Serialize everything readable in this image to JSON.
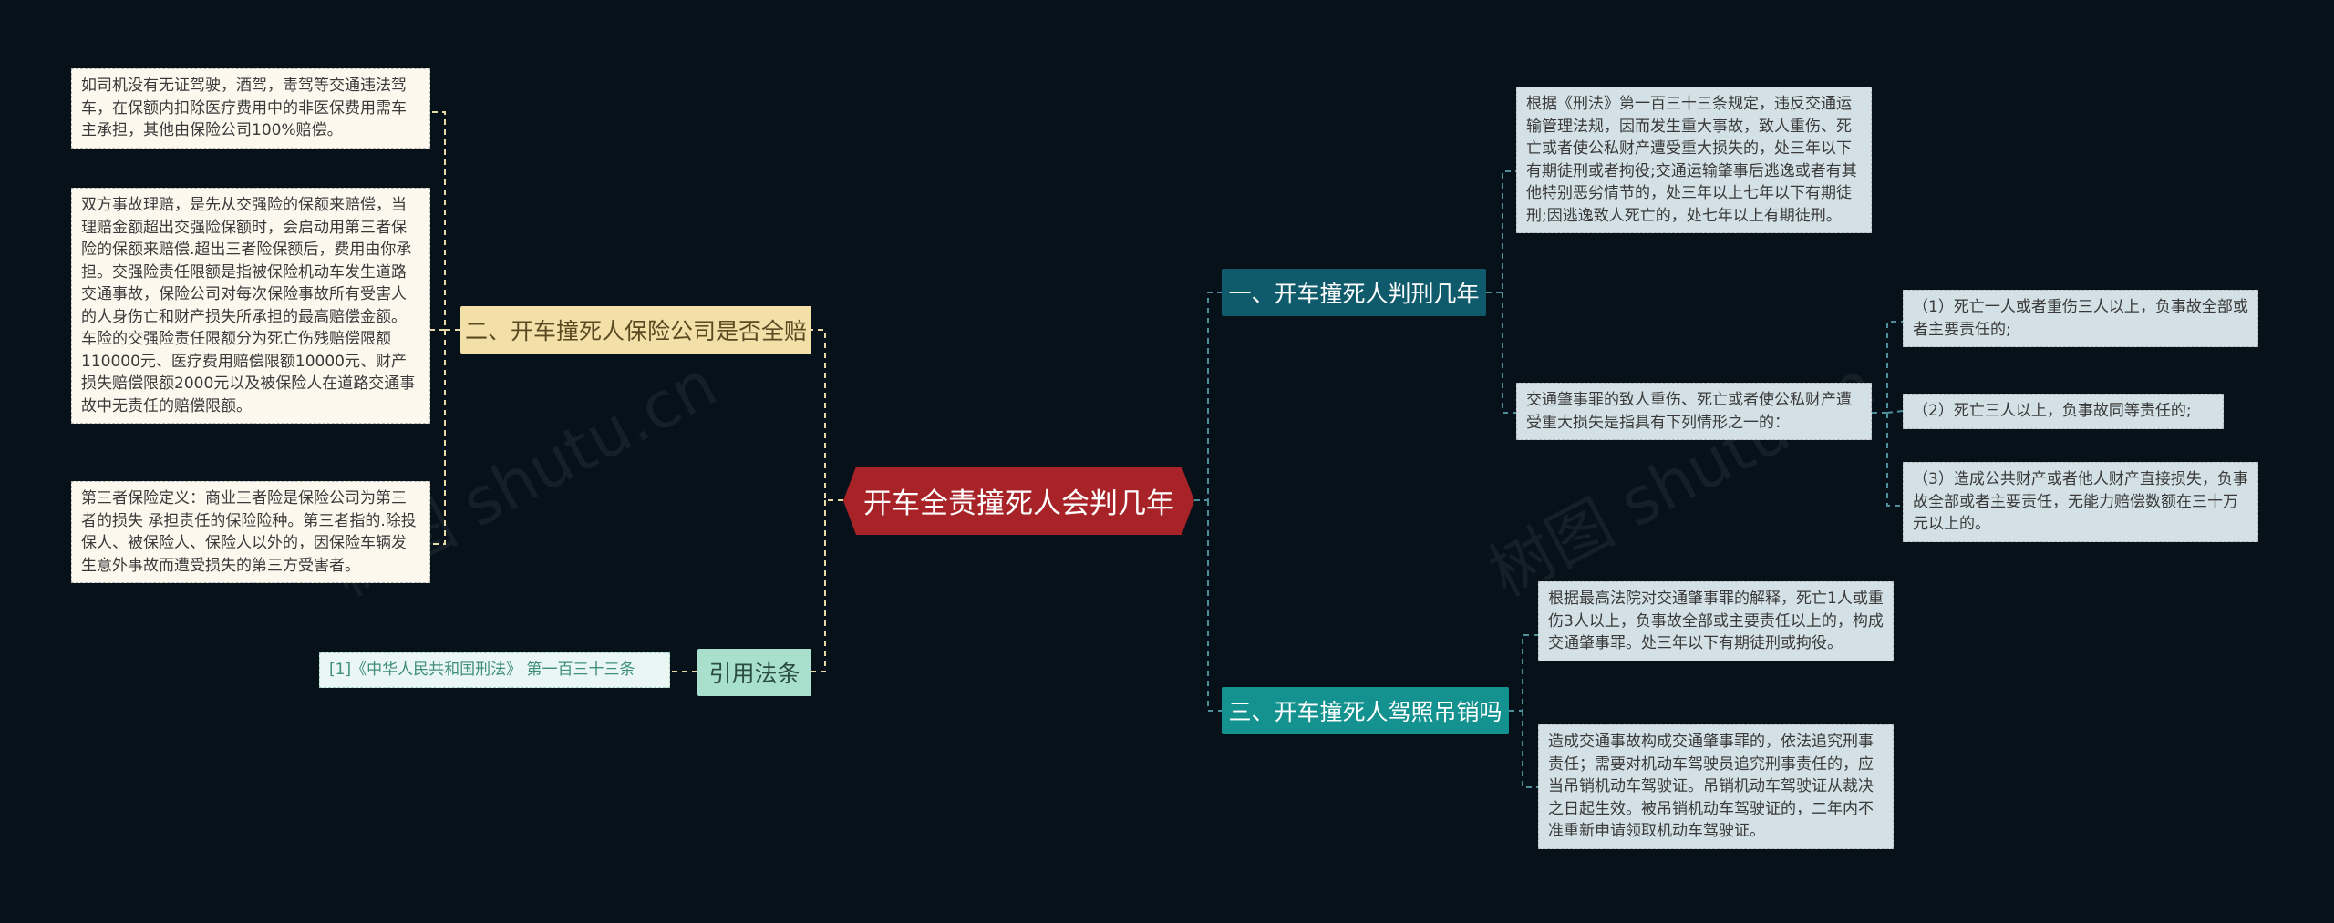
{
  "root": {
    "title": "开车全责撞死人会判几年"
  },
  "left": {
    "insurance": {
      "title": "二、开车撞死人保险公司是否全赔",
      "notes": [
        "如司机没有无证驾驶，酒驾，毒驾等交通违法驾车，在保额内扣除医疗费用中的非医保费用需车主承担，其他由保险公司100%赔偿。",
        "双方事故理赔，是先从交强险的保额来赔偿，当理赔金额超出交强险保额时，会启动用第三者保险的保额来赔偿.超出三者险保额后，费用由你承担。交强险责任限额是指被保险机动车发生道路交通事故，保险公司对每次保险事故所有受害人的人身伤亡和财产损失所承担的最高赔偿金额。车险的交强险责任限额分为死亡伤残赔偿限额110000元、医疗费用赔偿限额10000元、财产损失赔偿限额2000元以及被保险人在道路交通事故中无责任的赔偿限额。",
        "第三者保险定义：商业三者险是保险公司为第三者的损失 承担责任的保险险种。第三者指的.除投保人、被保险人、保险人以外的，因保险车辆发生意外事故而遭受损失的第三方受害者。"
      ]
    },
    "citation": {
      "title": "引用法条",
      "notes": [
        "[1]《中华人民共和国刑法》 第一百三十三条"
      ]
    }
  },
  "right": {
    "sentence": {
      "title": "一、开车撞死人判刑几年",
      "notes": [
        "根据《刑法》第一百三十三条规定，违反交通运输管理法规，因而发生重大事故，致人重伤、死亡或者使公私财产遭受重大损失的，处三年以下有期徒刑或者拘役;交通运输肇事后逃逸或者有其他特别恶劣情节的，处三年以上七年以下有期徒刑;因逃逸致人死亡的，处七年以上有期徒刑。",
        "交通肇事罪的致人重伤、死亡或者使公私财产遭受重大损失是指具有下列情形之一的："
      ],
      "sub_notes": [
        "（1）死亡一人或者重伤三人以上，负事故全部或者主要责任的;",
        "（2）死亡三人以上，负事故同等责任的;",
        "（3）造成公共财产或者他人财产直接损失，负事故全部或者主要责任，无能力赔偿数额在三十万元以上的。"
      ]
    },
    "license": {
      "title": "三、开车撞死人驾照吊销吗",
      "notes": [
        "根据最高法院对交通肇事罪的解释，死亡1人或重伤3人以上，负事故全部或主要责任以上的，构成交通肇事罪。处三年以下有期徒刑或拘役。",
        "造成交通事故构成交通肇事罪的，依法追究刑事责任；需要对机动车驾驶员追究刑事责任的，应当吊销机动车驾驶证。吊销机动车驾驶证从裁决之日起生效。被吊销机动车驾驶证的，二年内不准重新申请领取机动车驾驶证。"
      ]
    }
  },
  "watermark": "树图 shutu.cn",
  "colors": {
    "background": "#06111a",
    "root": "#a82327",
    "branch_tan": "#f3dfa8",
    "branch_mint": "#a8e0cd",
    "branch_teal_dark": "#0f5a6b",
    "branch_teal": "#13928f",
    "connector_left": "#e8d9a6",
    "connector_right": "#4d8e9b"
  }
}
